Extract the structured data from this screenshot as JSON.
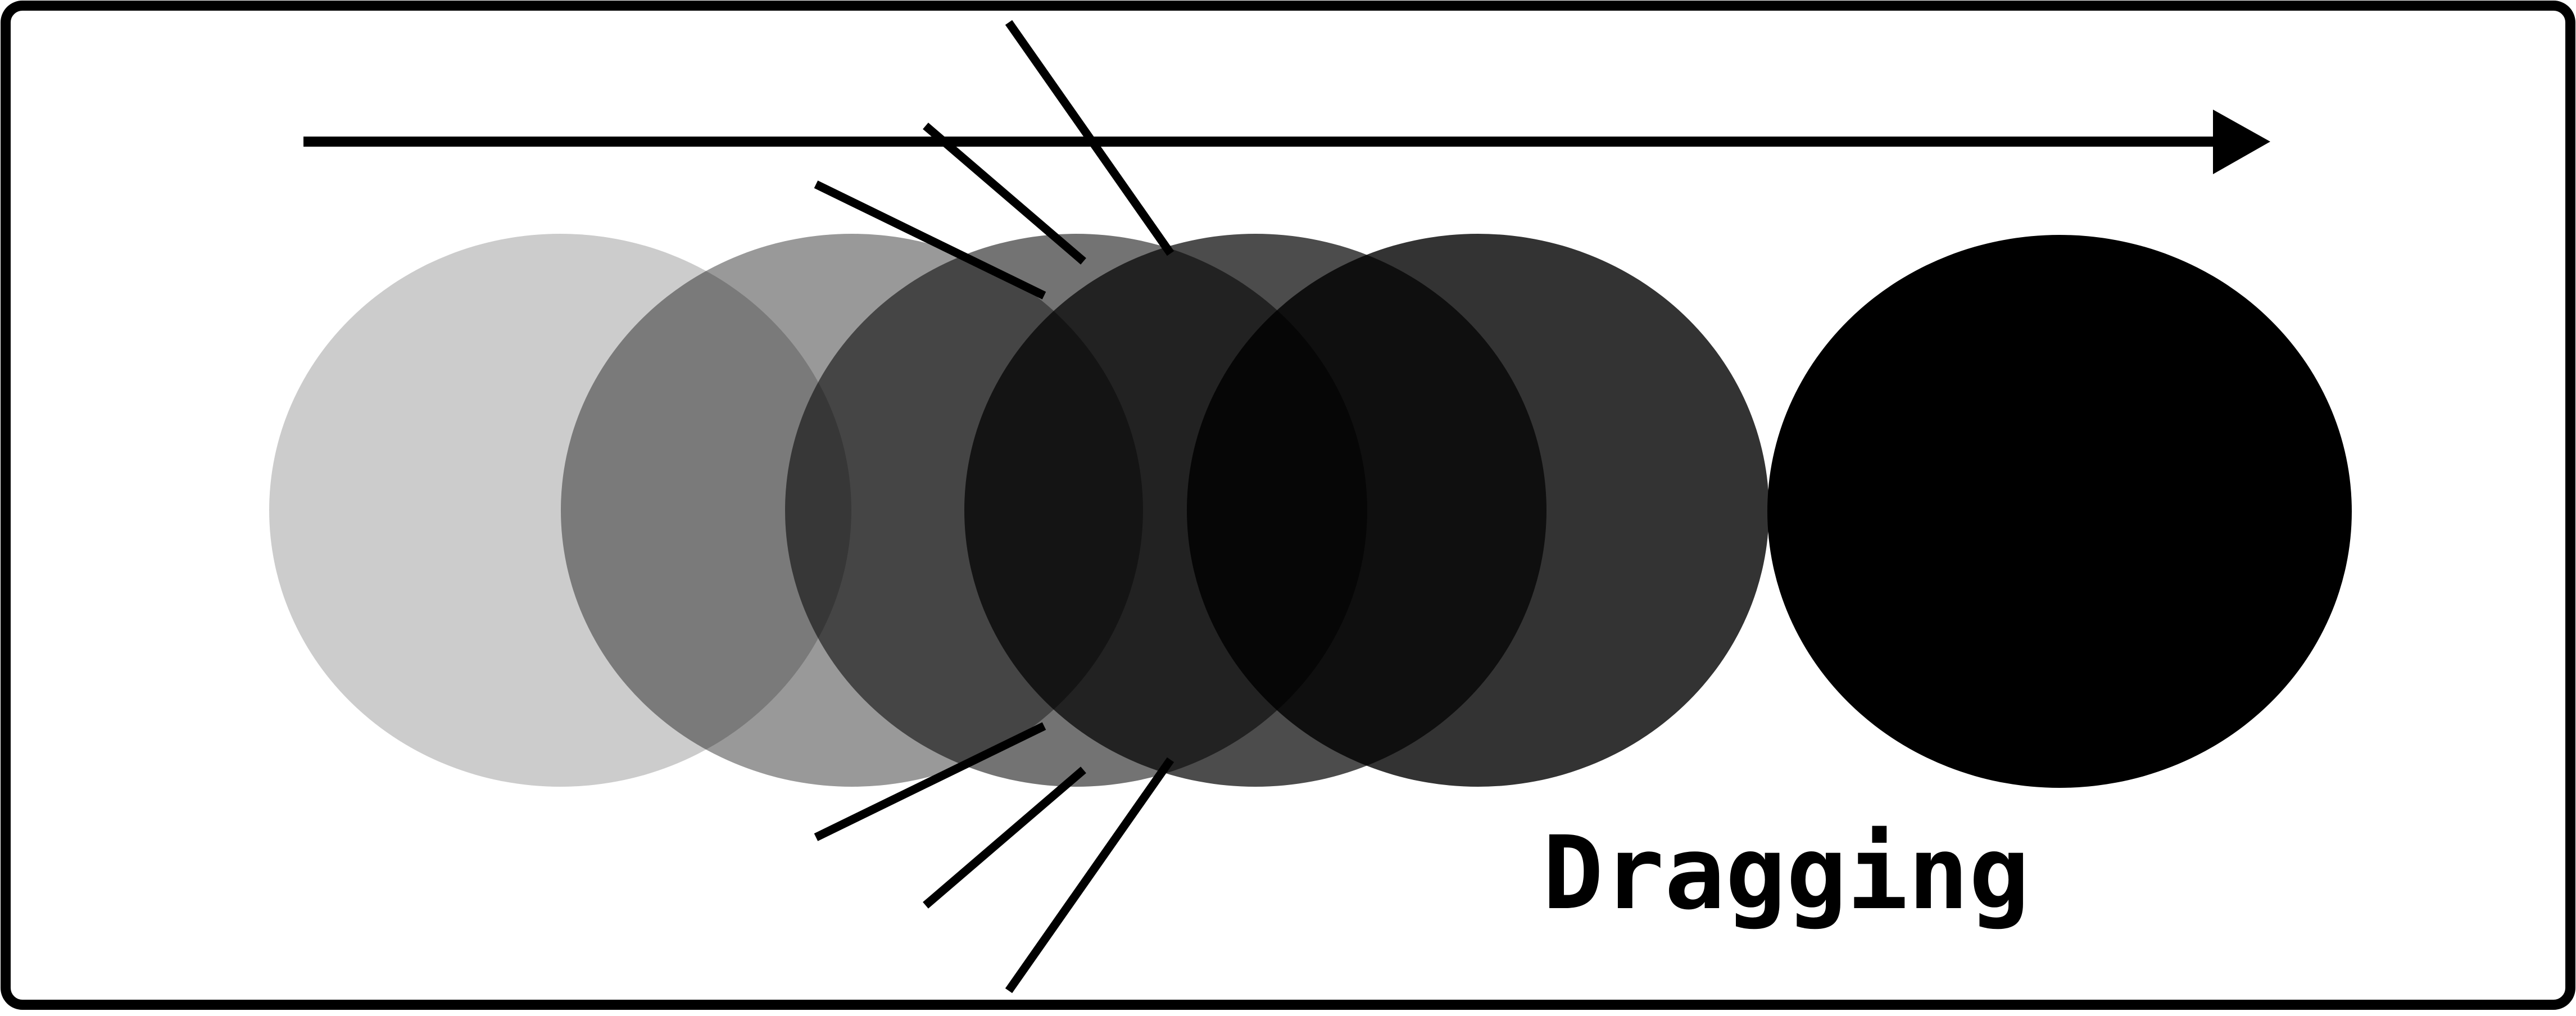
{
  "label": "Dragging",
  "colors": {
    "background": "#ffffff",
    "stroke": "#000000",
    "ghost_fill": "#000000"
  },
  "motion": {
    "direction": "left-to-right",
    "ghost_count": 5,
    "ghost_opacities": [
      0.2,
      0.4,
      0.55,
      0.7,
      0.8
    ],
    "final_opacity": 1.0
  },
  "icons": {
    "arrow": "right-arrow-icon",
    "speed_lines": "motion-lines-icon"
  }
}
